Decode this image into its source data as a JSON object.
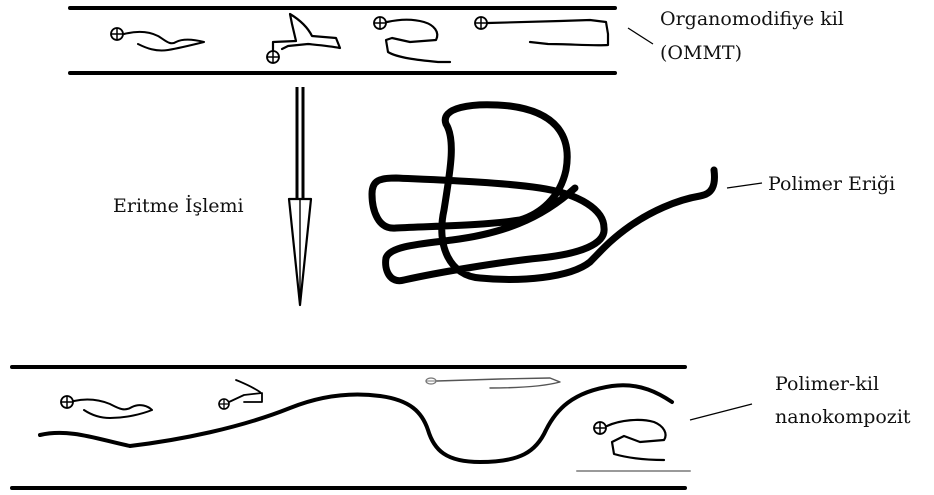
{
  "labels": {
    "ommt_line1": "Organomodifiye kil",
    "ommt_line2": "(OMMT)",
    "process": "Eritme İşlemi",
    "melt": "Polimer Eriği",
    "nano_line1": "Polimer-kil",
    "nano_line2": "nanokompozit"
  },
  "colors": {
    "ink": "#000000",
    "faint": "#9a9a9a"
  }
}
